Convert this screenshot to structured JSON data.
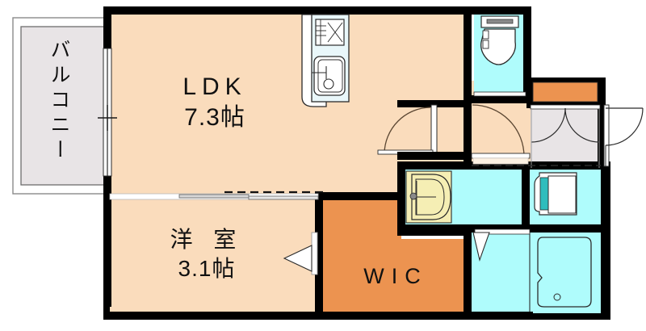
{
  "plan": {
    "title": "apartment-floor-plan",
    "unit_type": "1K",
    "colors": {
      "wall": "#000000",
      "room_fill": "#FADCBC",
      "wet_fill": "#AFFCFC",
      "closet_fill": "#EC9350",
      "balcony_fill": "#E8E4E6",
      "entrance_fill": "#E8E4E6",
      "vanity_fill": "#F5EEB4",
      "fixture_white": "#FFFFFF",
      "line": "#3A3A3A",
      "door_arc": "#5A4632",
      "background": "#FFFFFF"
    }
  },
  "rooms": {
    "ldk": {
      "name": "LDK",
      "area": "7.3帖"
    },
    "western_room": {
      "name": "洋 室",
      "area": "3.1帖"
    },
    "closet": {
      "name": "WIC"
    },
    "balcony": {
      "name": "バルコニー"
    }
  },
  "fixtures": {
    "stove": "gas-cooktop-3-burner",
    "sink": "kitchen-sink",
    "toilet": "western-toilet",
    "vanity": "washbasin-vanity",
    "bathtub": "bathtub",
    "washer": "washing-machine-pan",
    "shoe_cabinet": "shoe-cabinet",
    "entry_door": "front-door",
    "ldk_door": "hinged-door",
    "wic_door": "folding-door",
    "partition": "sliding-partition",
    "balcony_door": "sliding-glass-door"
  }
}
